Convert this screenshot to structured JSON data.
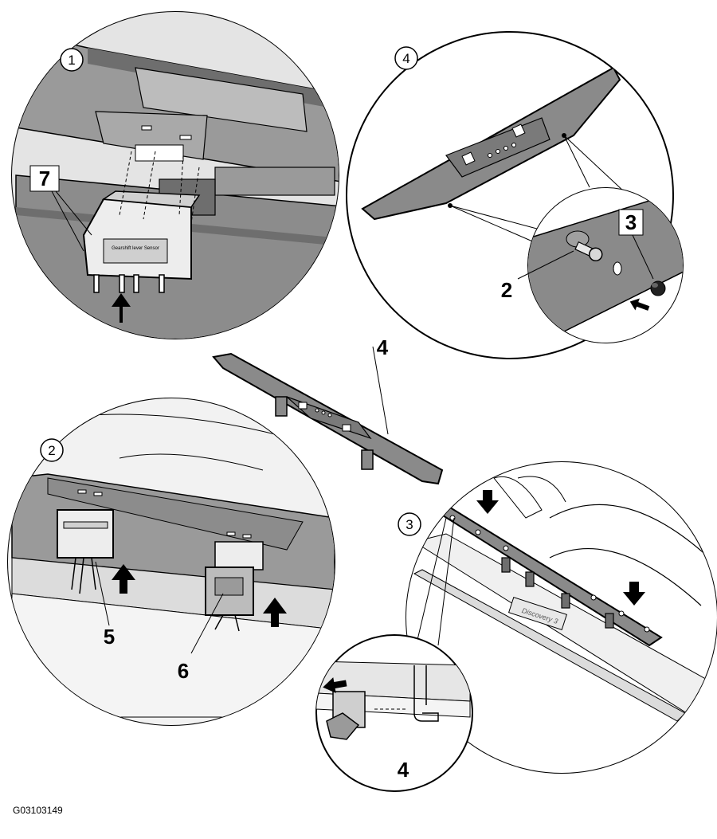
{
  "figure_id": "G03103149",
  "steps": {
    "s1": "1",
    "s2": "2",
    "s3": "3",
    "s4": "4"
  },
  "callouts": {
    "c7": "7",
    "c3_top": "3",
    "c2_top": "2",
    "c4_center": "4",
    "c5": "5",
    "c6": "6",
    "c4_bottom": "4"
  },
  "labels": {
    "module_tag_top": "Gearshift lever\nSensor",
    "sill_plate_text": "Discovery 3"
  },
  "colors": {
    "line": "#000000",
    "panel_dark": "#8c8c8c",
    "panel_mid": "#b4b4b4",
    "panel_light": "#e4e4e4",
    "trim_fill": "#7a7a7a"
  }
}
